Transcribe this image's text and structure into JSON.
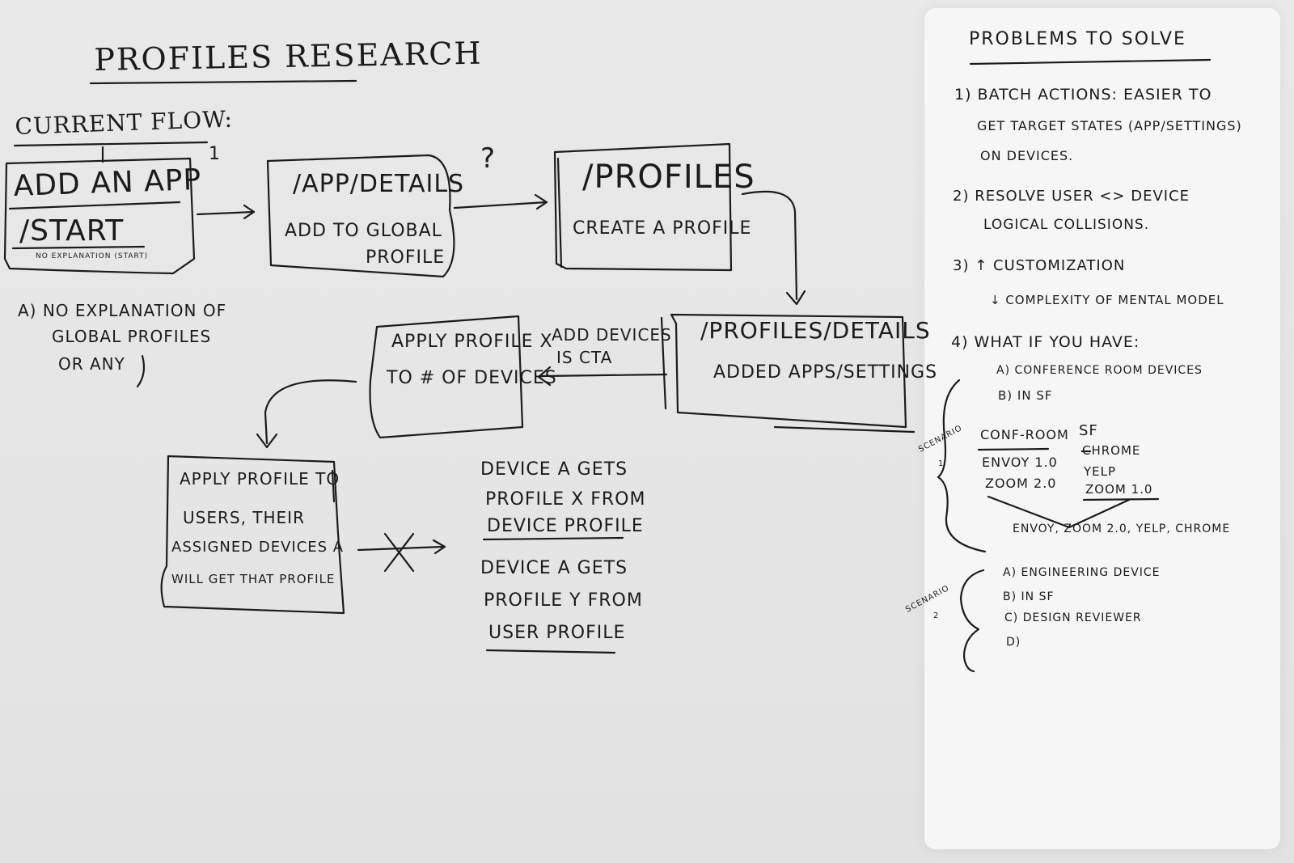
{
  "board": {
    "title": "PROFILES RESEARCH",
    "current_flow_label": "CURRENT FLOW:",
    "annotations": {
      "step_number": "1",
      "question_mark": "?",
      "add_devices_cta": [
        "ADD DEVICES",
        "IS CTA"
      ]
    },
    "boxes": {
      "add_app": {
        "heading": "ADD AN APP",
        "sub": "/START",
        "note": "NO EXPLANATION (START)"
      },
      "app_details": {
        "heading": "/APP/DETAILS",
        "body": [
          "ADD TO GLOBAL",
          "PROFILE"
        ]
      },
      "profiles": {
        "heading": "/PROFILES",
        "body": "CREATE A PROFILE"
      },
      "profiles_details": {
        "heading": "/PROFILES/DETAILS",
        "body": "ADDED APPS/SETTINGS"
      },
      "apply_device": {
        "lines": [
          "APPLY PROFILE X",
          "TO # OF DEVICES"
        ]
      },
      "apply_users": {
        "lines": [
          "APPLY PROFILE TO",
          "USERS, THEIR",
          "ASSIGNED DEVICES A",
          "WILL GET THAT PROFILE"
        ]
      }
    },
    "note_a": [
      "A) NO EXPLANATION OF",
      "GLOBAL PROFILES",
      "OR ANY"
    ],
    "outcomes": {
      "device_profile": [
        "DEVICE A GETS",
        "PROFILE X FROM",
        "DEVICE PROFILE"
      ],
      "user_profile": [
        "DEVICE A GETS",
        "PROFILE Y FROM",
        "USER PROFILE"
      ]
    }
  },
  "panel": {
    "title": "PROBLEMS TO SOLVE",
    "items": [
      [
        "1) BATCH ACTIONS: EASIER TO",
        "GET TARGET STATES (APP/SETTINGS)",
        "ON DEVICES."
      ],
      [
        "2) RESOLVE USER <> DEVICE",
        "LOGICAL COLLISIONS."
      ],
      [
        "3) ↑ CUSTOMIZATION",
        "↓ COMPLEXITY OF MENTAL MODEL"
      ],
      [
        "4) WHAT IF YOU HAVE:",
        "A) CONFERENCE ROOM DEVICES",
        "B) IN SF"
      ]
    ],
    "scenario1": {
      "label": [
        "SCENARIO",
        "1"
      ],
      "conf_room": {
        "header": "CONF-ROOM",
        "items": [
          "ENVOY 1.0",
          "ZOOM 2.0"
        ]
      },
      "sf": {
        "header": "SF",
        "items": [
          "CHROME",
          "YELP",
          "ZOOM 1.0"
        ]
      },
      "result": "ENVOY, ZOOM 2.0, YELP, CHROME"
    },
    "scenario2": {
      "label": [
        "SCENARIO",
        "2"
      ],
      "items": [
        "A) ENGINEERING DEVICE",
        "B) IN SF",
        "C) DESIGN REVIEWER",
        "D)"
      ]
    }
  }
}
